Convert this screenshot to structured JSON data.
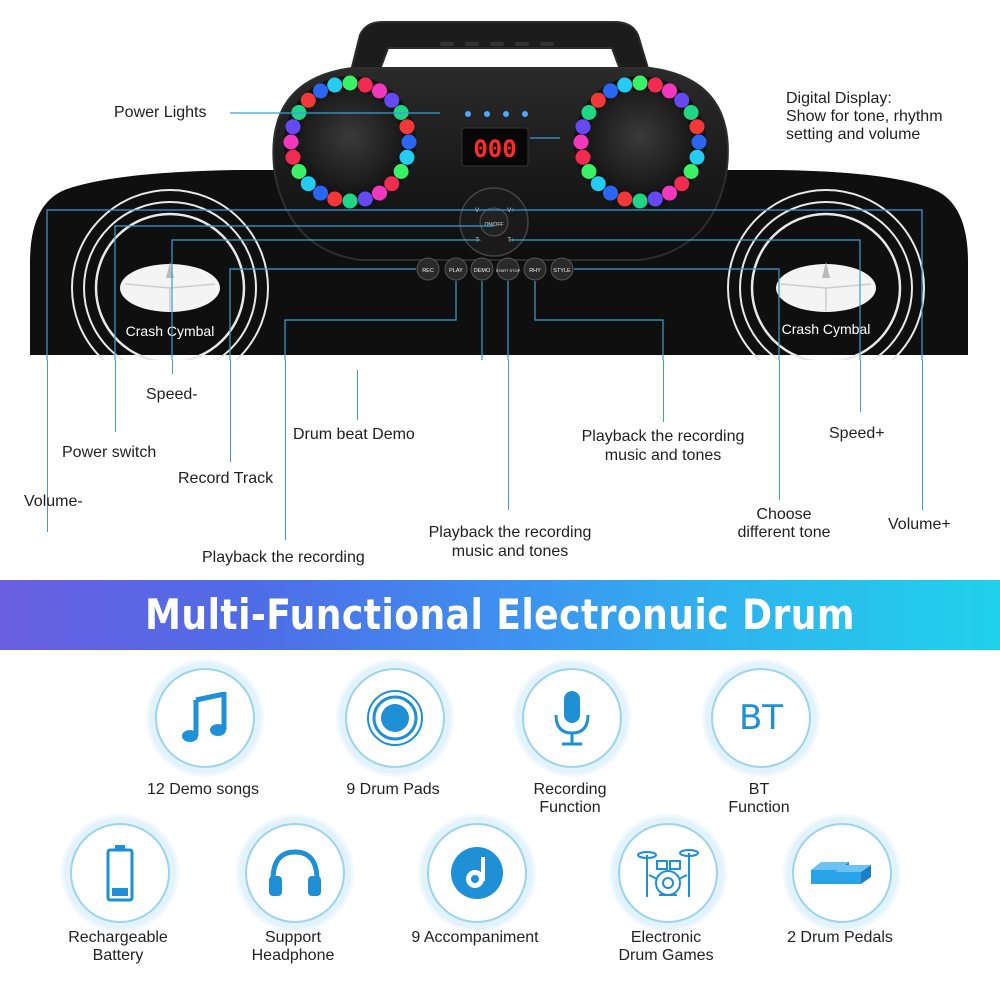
{
  "device": {
    "display_value": "000",
    "buttons": [
      "REC",
      "PLAY",
      "DEMO",
      "START STOP",
      "RHY",
      "STYLE"
    ],
    "knob_labels": {
      "vol_minus": "V-",
      "vol_plus": "V+",
      "power": "ON/OFF",
      "tempo_minus": "T-",
      "tempo_plus": "T+"
    },
    "cymbal_left": "Crash Cymbal",
    "cymbal_right": "Crash Cymbal"
  },
  "callouts": {
    "power_lights": "Power Lights",
    "digital_display_1": "Digital Display:",
    "digital_display_2": "Show for tone, rhythm",
    "digital_display_3": "setting and volume",
    "speed_minus": "Speed-",
    "power_switch": "Power switch",
    "volume_minus": "Volume-",
    "record_track": "Record Track",
    "drum_beat_demo": "Drum beat Demo",
    "playback_recording": "Playback the recording",
    "playback_center_1": "Playback the recording",
    "playback_center_2": "music and tones",
    "playback_right_1": "Playback the recording",
    "playback_right_2": "music and tones",
    "speed_plus": "Speed+",
    "choose_tone_1": "Choose",
    "choose_tone_2": "different tone",
    "volume_plus": "Volume+"
  },
  "banner": {
    "title": "Multi-Functional Electronuic Drum"
  },
  "features": [
    {
      "icon": "music-note-icon",
      "caption1": "12 Demo songs",
      "caption2": ""
    },
    {
      "icon": "drum-pad-icon",
      "caption1": "9 Drum Pads",
      "caption2": ""
    },
    {
      "icon": "microphone-icon",
      "caption1": "Recording",
      "caption2": "Function"
    },
    {
      "icon": "bt-icon",
      "icon_text": "BT",
      "caption1": "BT",
      "caption2": "Function"
    },
    {
      "icon": "battery-icon",
      "caption1": "Rechargeable",
      "caption2": "Battery"
    },
    {
      "icon": "headphone-icon",
      "caption1": "Support",
      "caption2": "Headphone"
    },
    {
      "icon": "disc-note-icon",
      "caption1": "9 Accompaniment",
      "caption2": ""
    },
    {
      "icon": "drum-kit-icon",
      "caption1": "Electronic",
      "caption2": "Drum Games"
    },
    {
      "icon": "drum-pedals-icon",
      "caption1": "2 Drum Pedals",
      "caption2": ""
    }
  ],
  "colors": {
    "accent": "#3b9fd4",
    "icon_blue": "#1f8fd6",
    "display_red": "#ff2a2a"
  }
}
